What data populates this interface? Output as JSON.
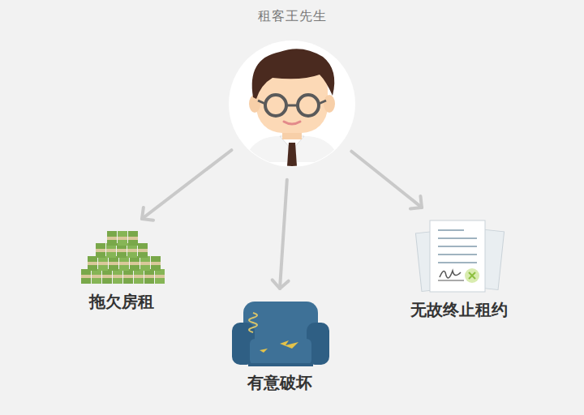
{
  "diagram": {
    "nodes": [
      {
        "text": [
          "租客王先生"
        ]
      },
      {
        "text": [
          "拖欠房租"
        ]
      },
      {
        "text": [
          "有意破坏"
        ]
      },
      {
        "text": [
          "无故终止租约"
        ]
      }
    ],
    "edges": [
      {
        "from": 0,
        "to": 1,
        "arrow": "to"
      },
      {
        "from": 0,
        "to": 2,
        "arrow": "to"
      },
      {
        "from": 0,
        "to": 3,
        "arrow": "to"
      }
    ]
  }
}
